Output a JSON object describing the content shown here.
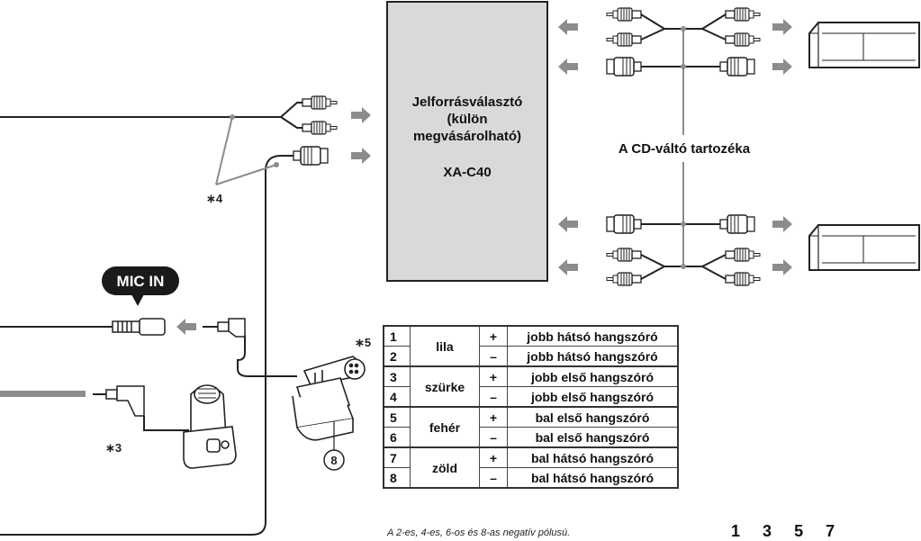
{
  "selector_box": {
    "line1": "Jelforrásválasztó",
    "line2": "(külön",
    "line3": "megvásárolható)",
    "model": "XA-C40"
  },
  "cd_accessory_label": "A CD-váltó tartozéka",
  "mic_in_label": "MIC IN",
  "callouts": {
    "ast3": "∗3",
    "ast4": "∗4",
    "ast5": "∗5",
    "circle8": "8"
  },
  "speaker_table": {
    "rows": [
      {
        "num": "1",
        "color": "lila",
        "sign": "+",
        "desc": "jobb hátsó hangszóró"
      },
      {
        "num": "2",
        "color": "lila",
        "sign": "–",
        "desc": "jobb hátsó hangszóró"
      },
      {
        "num": "3",
        "color": "szürke",
        "sign": "+",
        "desc": "jobb első hangszóró"
      },
      {
        "num": "4",
        "color": "szürke",
        "sign": "–",
        "desc": "jobb első hangszóró"
      },
      {
        "num": "5",
        "color": "fehér",
        "sign": "+",
        "desc": "bal első hangszóró"
      },
      {
        "num": "6",
        "color": "fehér",
        "sign": "–",
        "desc": "bal első hangszóró"
      },
      {
        "num": "7",
        "color": "zöld",
        "sign": "+",
        "desc": "bal hátsó hangszóró"
      },
      {
        "num": "8",
        "color": "zöld",
        "sign": "–",
        "desc": "bal hátsó hangszóró"
      }
    ]
  },
  "footnote": "A 2-es, 4-es, 6-os és 8-as negatív pólusú.",
  "pin_numbers": [
    "1",
    "3",
    "5",
    "7"
  ],
  "colors": {
    "box_fill": "#d9d9d9",
    "arrow_gray": "#8c8c8c",
    "badge": "#1a1a1a",
    "line": "#222222"
  }
}
